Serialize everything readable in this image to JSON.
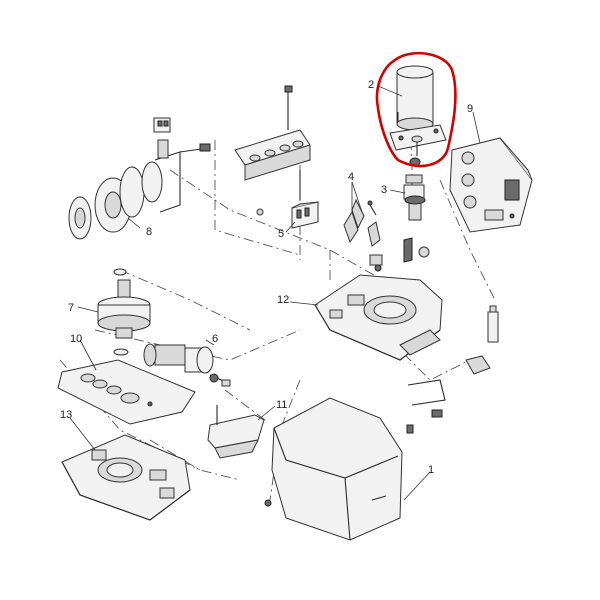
{
  "callouts": [
    {
      "label": "1"
    },
    {
      "label": "2"
    },
    {
      "label": "3"
    },
    {
      "label": "4"
    },
    {
      "label": "5"
    },
    {
      "label": "6"
    },
    {
      "label": "7"
    },
    {
      "label": "8"
    },
    {
      "label": "9"
    },
    {
      "label": "10"
    },
    {
      "label": "11"
    },
    {
      "label": "12"
    },
    {
      "label": "13"
    }
  ],
  "colors": {
    "highlight": "#d40000",
    "linework": "#2b2b2b"
  }
}
